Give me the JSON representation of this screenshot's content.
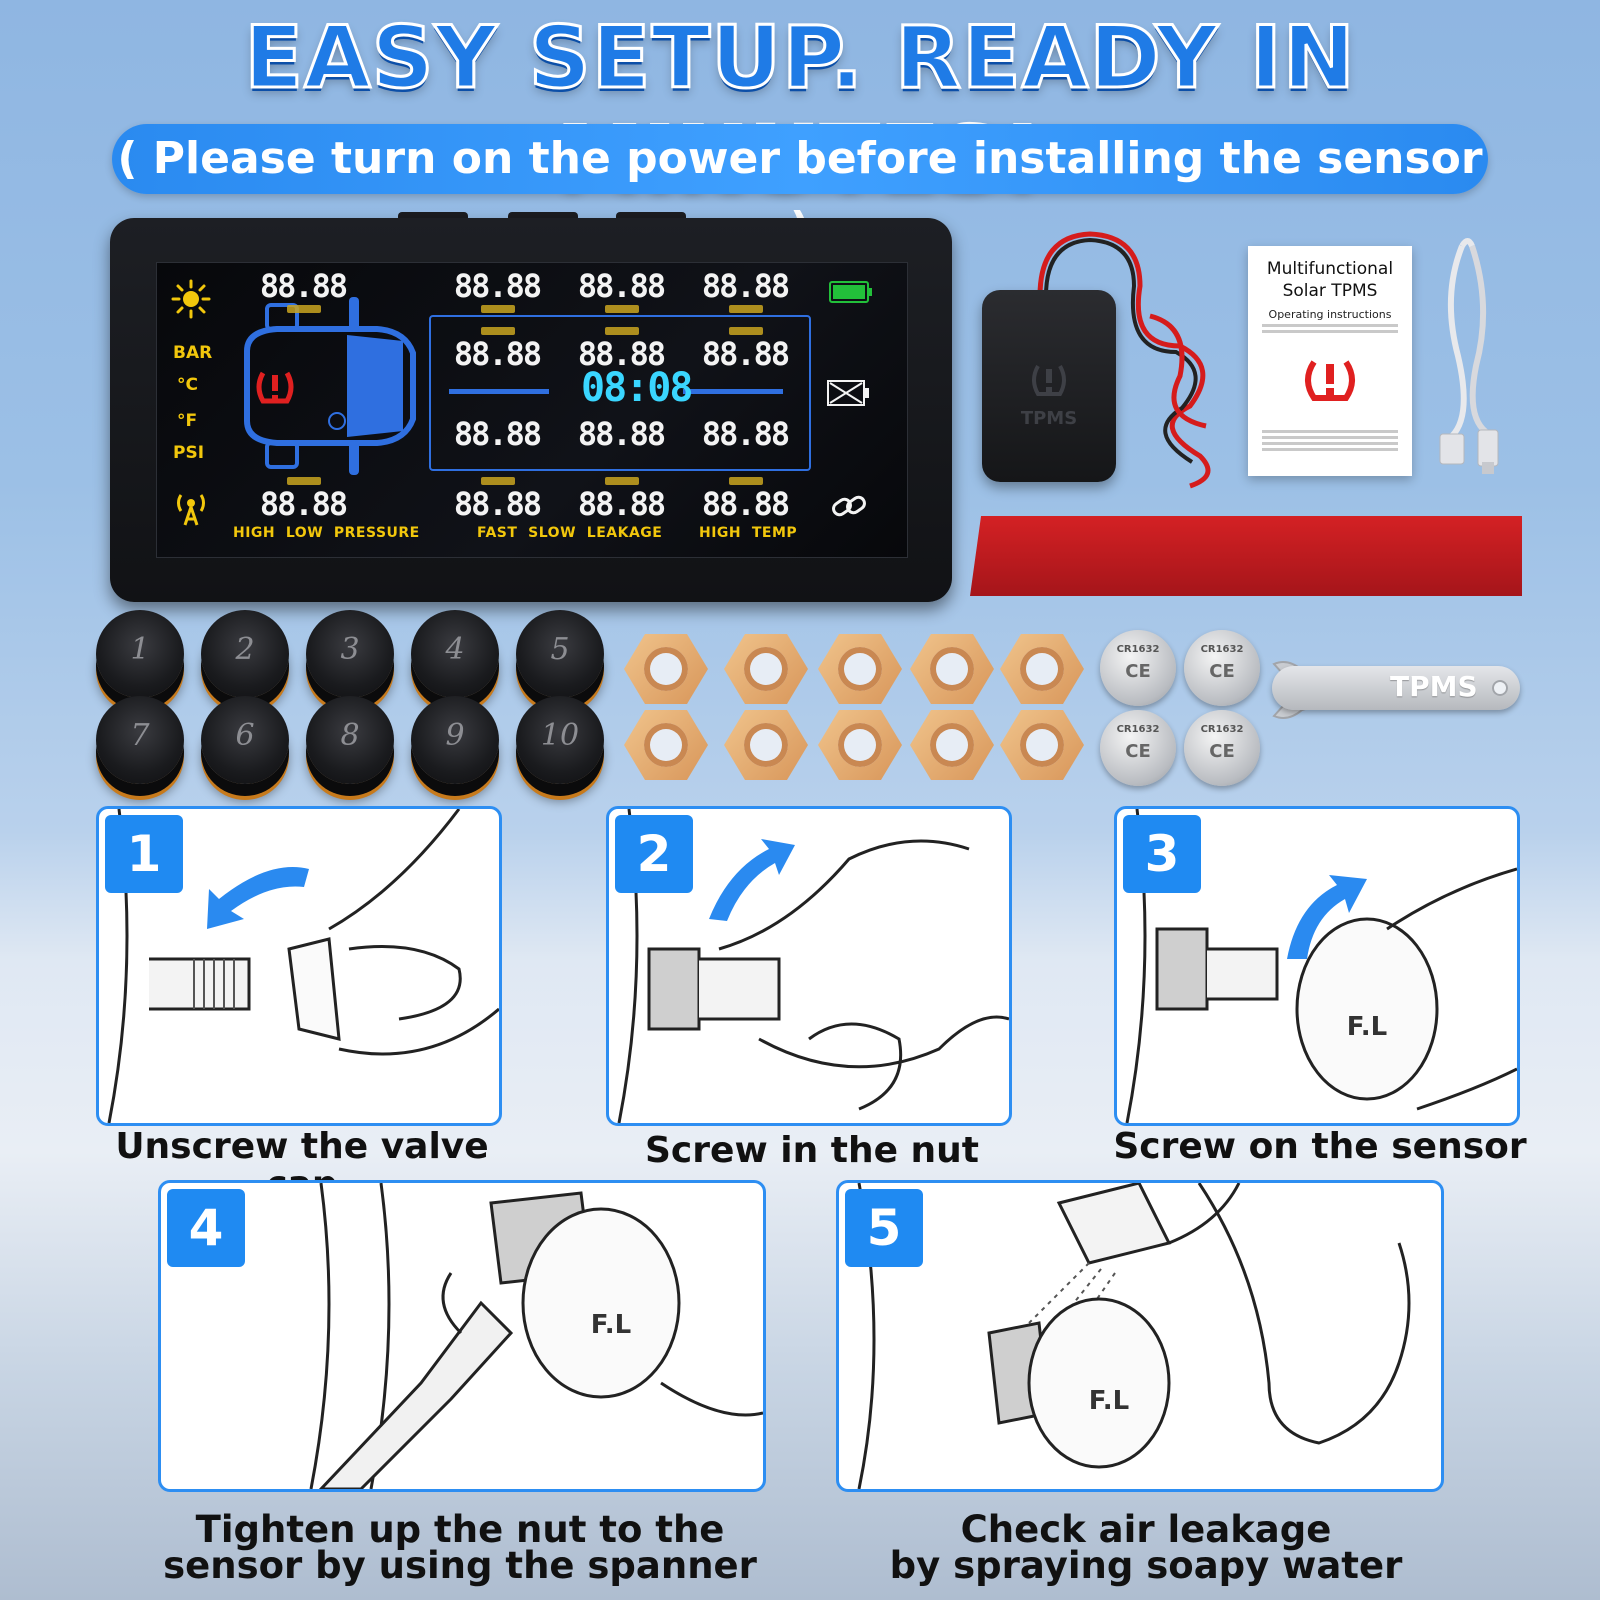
{
  "header": {
    "headline": "EASY SETUP. READY IN MINUTES!",
    "subtitle": "( Please turn on the power before installing the sensor )"
  },
  "display": {
    "readout": "88.88",
    "clock": "08:08",
    "units": [
      "BAR",
      "°C",
      "°F",
      "PSI"
    ],
    "status_groups": [
      "HIGH  LOW  PRESSURE",
      "FAST  SLOW  LEAKAGE",
      "HIGH  TEMP"
    ],
    "colors": {
      "segment": "#f3f3f3",
      "label": "#f2c70c",
      "clock": "#3ad6ff",
      "car": "#2f6fe0",
      "alert": "#e02020",
      "battery": "#22c03a"
    }
  },
  "accessories": {
    "receiver_label": "TPMS",
    "manual": {
      "title_line1": "Multifunctional",
      "title_line2": "Solar TPMS",
      "subtitle": "Operating instructions"
    },
    "sensor_numbers_row1": [
      "1",
      "2",
      "3",
      "4",
      "5"
    ],
    "sensor_numbers_row2": [
      "7",
      "6",
      "8",
      "9",
      "10"
    ],
    "battery_label": "CR1632",
    "spanner_label": "TPMS"
  },
  "steps": [
    {
      "number": "1",
      "caption": "Unscrew the valve cap"
    },
    {
      "number": "2",
      "caption": "Screw in the nut"
    },
    {
      "number": "3",
      "caption": "Screw on the sensor"
    },
    {
      "number": "4",
      "caption_line1": "Tighten up the nut to the",
      "caption_line2": "sensor by using the spanner"
    },
    {
      "number": "5",
      "caption_line1": "Check air leakage",
      "caption_line2": "by spraying soapy water"
    }
  ],
  "sensor_tag": "F.L"
}
